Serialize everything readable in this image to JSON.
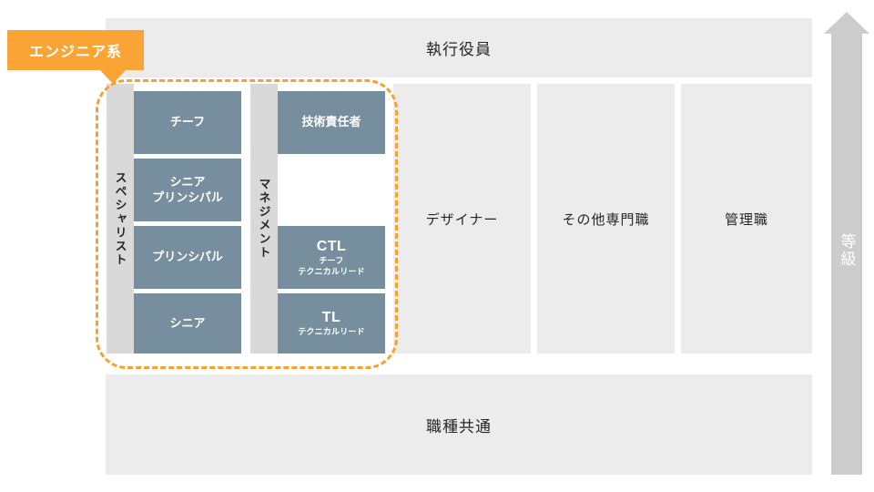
{
  "callout": {
    "label": "エンジニア系",
    "accent_color": "#f9a434",
    "icon": "triangle-down-icon"
  },
  "bands": {
    "top": {
      "label": "執行役員"
    },
    "bottom": {
      "label": "職種共通"
    }
  },
  "grade_axis": {
    "label": "等級",
    "icon": "up-arrow-icon",
    "color": "#cccccc"
  },
  "engineer_tracks": [
    {
      "track_label": "スペシャリスト",
      "ranks": [
        {
          "main": "チーフ",
          "sub": "",
          "filled": true
        },
        {
          "main": "シニア\nプリンシパル",
          "sub": "",
          "filled": true
        },
        {
          "main": "プリンシパル",
          "sub": "",
          "filled": true
        },
        {
          "main": "シニア",
          "sub": "",
          "filled": true
        }
      ]
    },
    {
      "track_label": "マネジメント",
      "ranks": [
        {
          "main": "技術責任者",
          "sub": "",
          "filled": true
        },
        {
          "main": "",
          "sub": "",
          "filled": false
        },
        {
          "main": "CTL",
          "sub": "チーフ\nテクニカルリード",
          "filled": true
        },
        {
          "main": "TL",
          "sub": "テクニカルリード",
          "filled": true
        }
      ]
    }
  ],
  "other_columns": [
    {
      "label": "デザイナー"
    },
    {
      "label": "その他専門職"
    },
    {
      "label": "管理職"
    }
  ],
  "colors": {
    "band_bg": "#ececec",
    "track_bg": "#d9d9d9",
    "rank_box": "#768e9d",
    "accent": "#f5a22e",
    "text": "#262626"
  }
}
